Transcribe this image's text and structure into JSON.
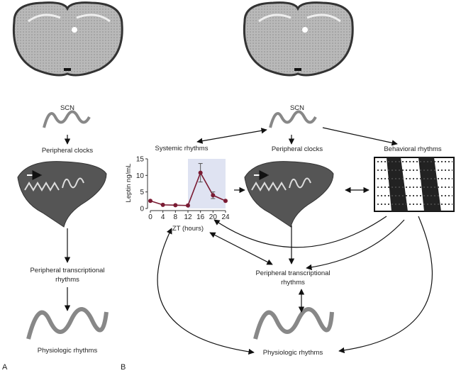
{
  "panel_a": {
    "letter": "A",
    "scn": "SCN",
    "peripheral_clocks": "Peripheral clocks",
    "transcriptional_line1": "Peripheral transcriptional",
    "transcriptional_line2": "rhythms",
    "physiologic": "Physiologic rhythms"
  },
  "panel_b": {
    "letter": "B",
    "scn": "SCN",
    "systemic": "Systemic rhythms",
    "peripheral_clocks": "Peripheral clocks",
    "behavioral": "Behavioral rhythms",
    "transcriptional_line1": "Peripheral transcriptional",
    "transcriptional_line2": "rhythms",
    "physiologic": "Physiologic rhythms"
  },
  "colors": {
    "series": "#7a1b33",
    "shade": "#dfe3f2",
    "liver": "#555555"
  },
  "chart_data": {
    "type": "line",
    "title": "Systemic rhythms",
    "xlabel": "ZT (hours)",
    "ylabel": "Leptin ng/mL",
    "x": [
      0,
      4,
      8,
      12,
      16,
      20,
      24
    ],
    "values": [
      2.3,
      1.1,
      1.0,
      0.9,
      10.8,
      4.0,
      2.3
    ],
    "error": [
      0.2,
      0.2,
      0.3,
      0.1,
      2.8,
      1.0,
      0.2
    ],
    "xticks": [
      0,
      4,
      8,
      12,
      16,
      20,
      24
    ],
    "yticks": [
      0,
      5,
      10,
      15
    ],
    "xlim": [
      0,
      24
    ],
    "ylim": [
      0,
      15
    ],
    "shaded_range": [
      12,
      24
    ]
  }
}
